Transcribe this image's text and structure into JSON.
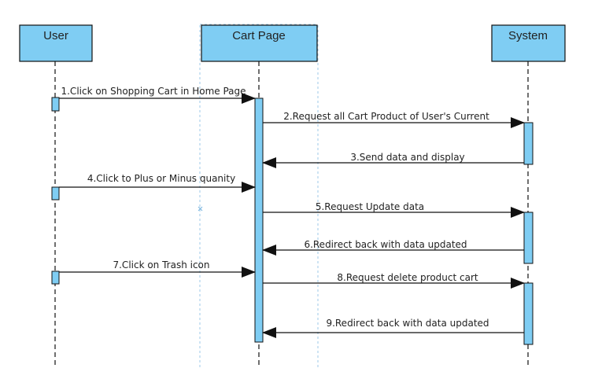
{
  "diagram": {
    "colors": {
      "actor_fill": "#7fcdf3",
      "line": "#111111",
      "selection_guide": "#9ec9e8"
    },
    "participants": [
      {
        "id": "user",
        "label": "User"
      },
      {
        "id": "cart",
        "label": "Cart Page"
      },
      {
        "id": "system",
        "label": "System"
      }
    ],
    "messages": [
      {
        "label": "1.Click on Shopping Cart in Home Page",
        "from": "user",
        "to": "cart"
      },
      {
        "label": "2.Request all Cart Product  of User's Current",
        "from": "cart",
        "to": "system"
      },
      {
        "label": "3.Send data and display",
        "from": "system",
        "to": "cart"
      },
      {
        "label": "4.Click to Plus or Minus quanity",
        "from": "user",
        "to": "cart"
      },
      {
        "label": "5.Request Update data",
        "from": "cart",
        "to": "system"
      },
      {
        "label": "6.Redirect back with data updated",
        "from": "system",
        "to": "cart"
      },
      {
        "label": "7.Click on Trash icon",
        "from": "user",
        "to": "cart"
      },
      {
        "label": "8.Request delete product cart",
        "from": "cart",
        "to": "system"
      },
      {
        "label": "9.Redirect back with data updated",
        "from": "system",
        "to": "cart"
      }
    ]
  }
}
